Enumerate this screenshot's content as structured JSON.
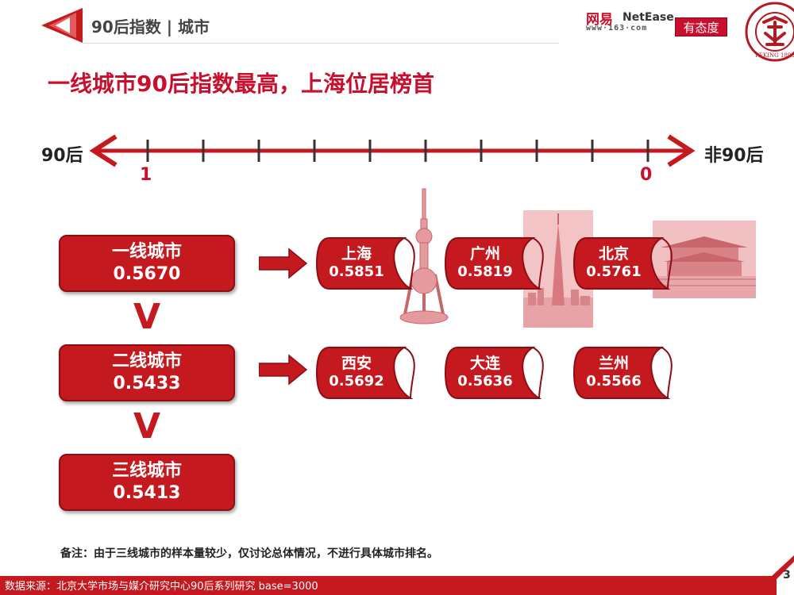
{
  "header": {
    "title": "90后指数 | 城市",
    "logo_netease_cn": "网易",
    "logo_netease_en": "NetEase",
    "logo_netease_url": "www·163·com",
    "logo_youtaidu": "有态度",
    "seal_text": "PEKING 1898"
  },
  "main_title": "一线城市90后指数最高，上海位居榜首",
  "scale": {
    "left_label": "90后",
    "right_label": "非90后",
    "left_value": "1",
    "right_value": "0"
  },
  "tiers": [
    {
      "name": "一线城市",
      "value": "0.5670"
    },
    {
      "name": "二线城市",
      "value": "0.5433"
    },
    {
      "name": "三线城市",
      "value": "0.5413"
    }
  ],
  "tier_separator": "V",
  "cities": [
    {
      "name": "上海",
      "value": "0.5851"
    },
    {
      "name": "广州",
      "value": "0.5819"
    },
    {
      "name": "北京",
      "value": "0.5761"
    },
    {
      "name": "西安",
      "value": "0.5692"
    },
    {
      "name": "大连",
      "value": "0.5636"
    },
    {
      "name": "兰州",
      "value": "0.5566"
    }
  ],
  "note": "备注：由于三线城市的样本量较少，仅讨论总体情况，不进行具体城市排名。",
  "footer": {
    "source": "数据来源：北京大学市场与媒介研究中心90后系列研究 base=3000",
    "page_number": "3"
  },
  "colors": {
    "brand_red": "#c41a1f",
    "dark_red": "#8e0d12",
    "photo_tint": "#e9a0a3"
  }
}
